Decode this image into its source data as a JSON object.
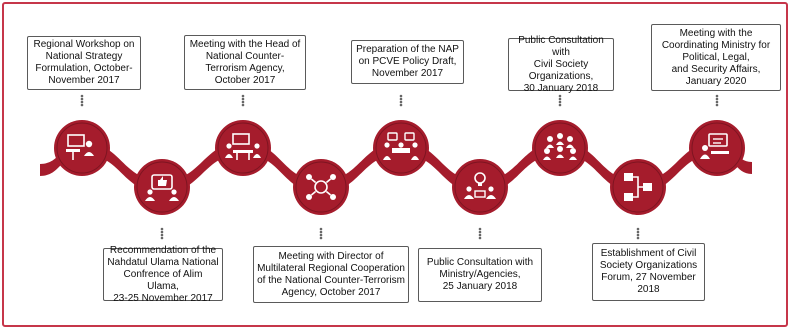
{
  "colors": {
    "accent": "#a51c2c",
    "accent_dark": "#7e1421",
    "frame": "#c6364a",
    "connector": "#666666"
  },
  "milestones": [
    {
      "text": "Regional Workshop on\nNational Strategy\nFormulation, October-\nNovember 2017",
      "icon": "workshop-presentation-icon"
    },
    {
      "text": "Recommendation of the\nNahdatul Ulama National\nConfrence of Alim Ulama,\n23-25 November 2017",
      "icon": "thumbs-up-meeting-icon"
    },
    {
      "text": "Meeting with the  Head of\nNational Counter-\nTerrorism Agency,\nOctober 2017",
      "icon": "conference-table-icon"
    },
    {
      "text": "Meeting with Director of\nMultilateral Regional Cooperation\nof the National Counter-Terrorism\nAgency, October 2017",
      "icon": "network-cooperation-icon"
    },
    {
      "text": "Preparation of the NAP\non PCVE Policy Draft,\nNovember 2017",
      "icon": "team-discussion-icon"
    },
    {
      "text": "Public Consultation with\nMinistry/Agencies,\n25 January 2018",
      "icon": "idea-consultation-icon"
    },
    {
      "text": "Public Consultation with\nCivil Society\nOrganizations,\n30 January 2018",
      "icon": "community-group-icon"
    },
    {
      "text": "Establishment of Civil\nSociety Organizations\nForum, 27 November\n2018",
      "icon": "organization-chart-icon"
    },
    {
      "text": "Meeting with the\nCoordinating Ministry for\nPolitical, Legal,\nand Security Affairs,\nJanuary 2020",
      "icon": "security-briefing-icon"
    }
  ]
}
